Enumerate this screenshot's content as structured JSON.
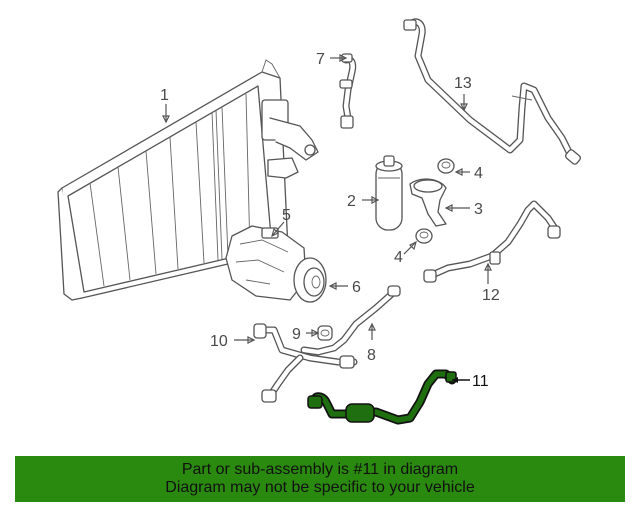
{
  "diagram": {
    "callouts": [
      "1",
      "2",
      "3",
      "4",
      "4",
      "5",
      "6",
      "7",
      "8",
      "9",
      "10",
      "11",
      "12",
      "13"
    ],
    "highlight_part": "11",
    "highlight_color": "#1f6e10",
    "line_color": "#555555"
  },
  "banner": {
    "background": "#2a8a10",
    "line1": "Part or sub-assembly is #11 in diagram",
    "line2": "Diagram may not be specific to your vehicle"
  }
}
